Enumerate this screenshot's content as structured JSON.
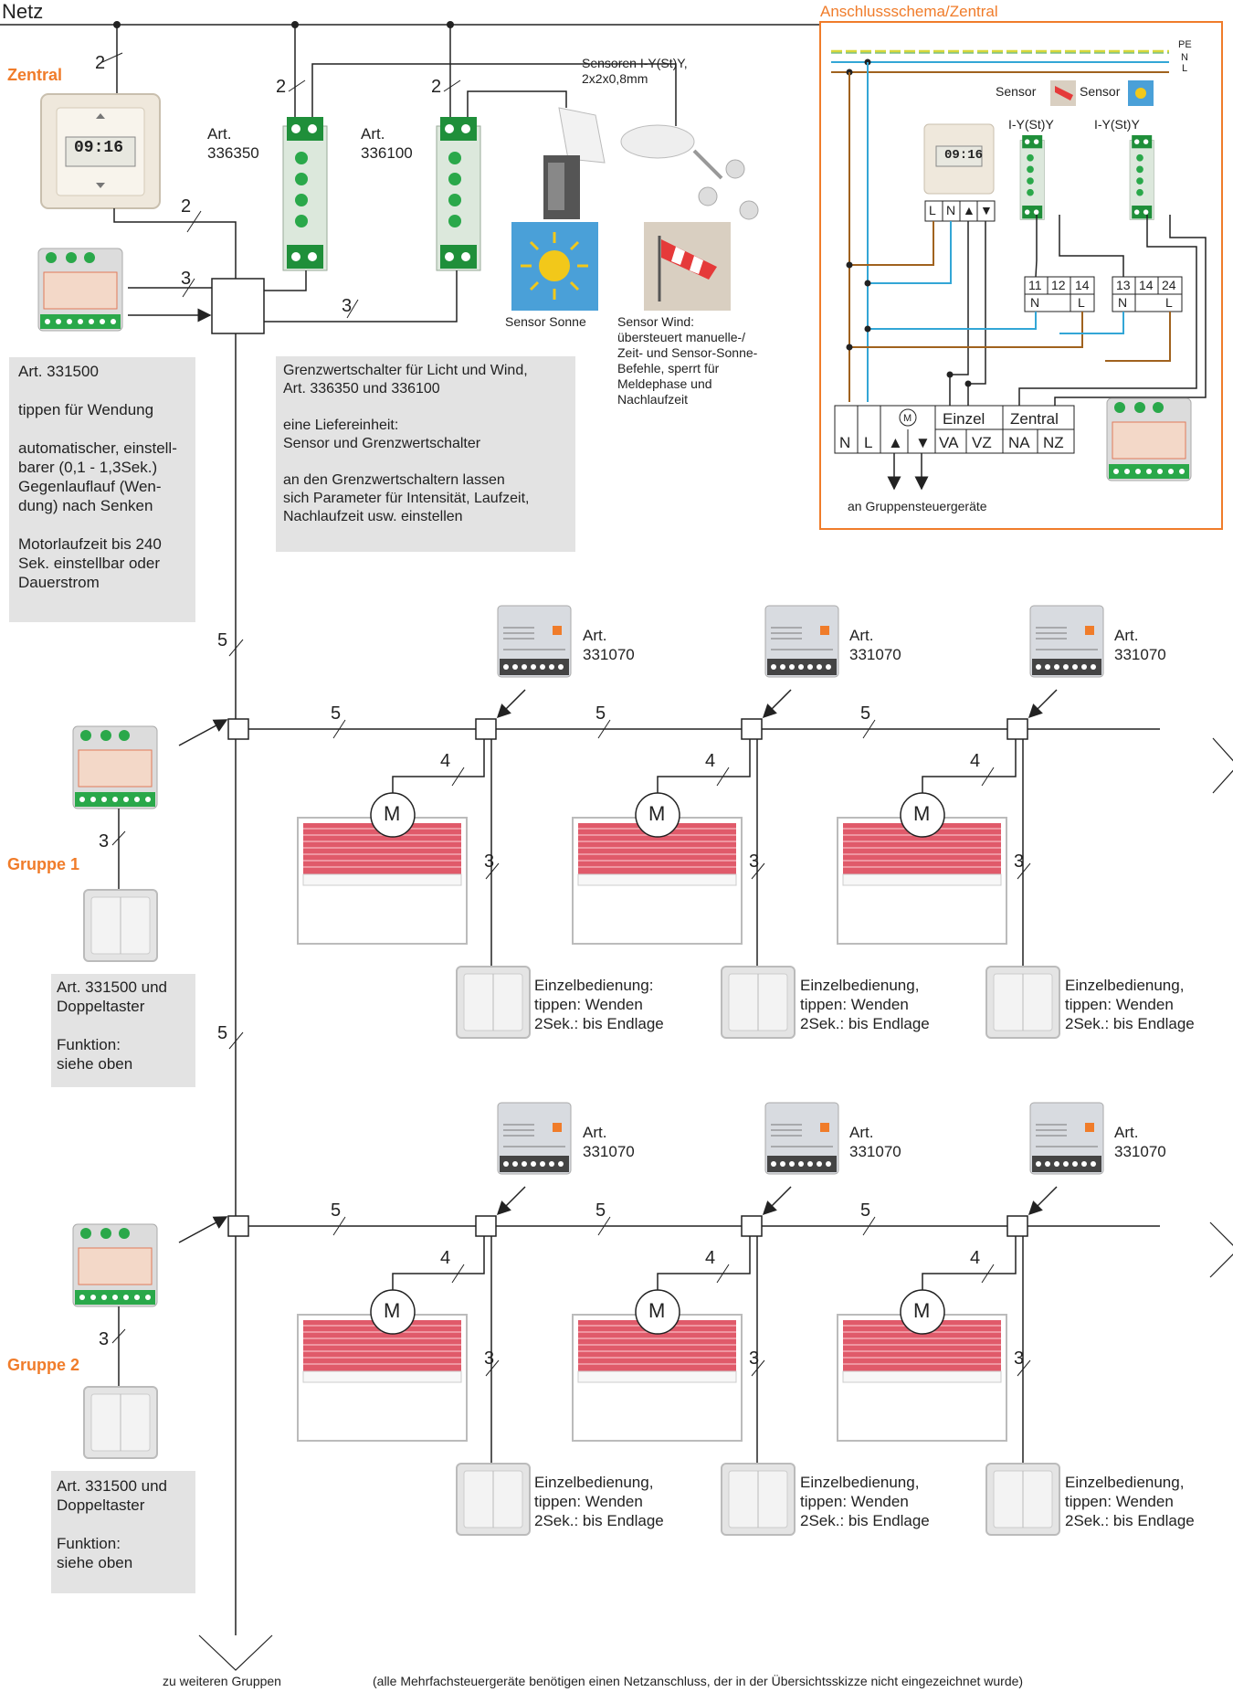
{
  "netz_label": "Netz",
  "zentral_label": "Zentral",
  "gruppe1_label": "Gruppe 1",
  "gruppe2_label": "Gruppe 2",
  "clock_time": "09:16",
  "art_336350": "Art.\n336350",
  "art_336100": "Art.\n336100",
  "sensor_cable": "Sensoren I-Y(St)Y,\n2x2x0,8mm",
  "sensor_sonne_label": "Sensor Sonne",
  "sensor_wind_text": "Sensor Wind:\nübersteuert manuelle-/\nZeit- und Sensor-Sonne-\nBefehle, sperrt für\nMeldephase und\nNachlaufzeit",
  "info_331500": "Art. 331500\n\ntippen für Wendung\n\nautomatischer, einstell-\nbarer (0,1 - 1,3Sek.)\nGegenlauflauf (Wen-\ndung) nach Senken\n\nMotorlaufzeit bis 240\nSek. einstellbar oder\nDauerstrom",
  "info_grenz": "Grenzwertschalter für Licht und Wind,\nArt. 336350 und 336100\n\neine Liefereinheit:\nSensor und Grenzwertschalter\n\nan den Grenzwertschaltern lassen\nsich Parameter für Intensität, Laufzeit,\nNachlaufzeit usw. einstellen",
  "group_info": "Art. 331500 und\nDoppeltaster\n\nFunktion:\nsiehe oben",
  "art_331070": "Art.\n331070",
  "einzel_first": "Einzelbedienung:\ntippen: Wenden\n2Sek.: bis Endlage",
  "einzel_other": "Einzelbedienung,\ntippen: Wenden\n2Sek.: bis Endlage",
  "motor_symbol": "M",
  "counts": {
    "two": "2",
    "three": "3",
    "four": "4",
    "five": "5"
  },
  "schema": {
    "title": "Anschlussschema/Zentral",
    "pe": "PE",
    "n": "N",
    "l": "L",
    "sensor": "Sensor",
    "cable": "I-Y(St)Y",
    "term_clock": [
      "L",
      "N",
      "▲",
      "▼"
    ],
    "term_a_top": [
      "11",
      "12",
      "14"
    ],
    "term_a_bot": [
      "N",
      "L"
    ],
    "term_b_top": [
      "13",
      "14",
      "24"
    ],
    "term_b_bot": [
      "N",
      "L"
    ],
    "term_main_top": [
      "Einzel",
      "Zentral"
    ],
    "term_main_bot": [
      "N",
      "L",
      "▲",
      "▼",
      "VA",
      "VZ",
      "NA",
      "NZ"
    ],
    "to_groups": "an Gruppensteuergeräte"
  },
  "footer_left": "zu weiteren Gruppen",
  "footer_right": "(alle Mehrfachsteuergeräte benötigen einen Netzanschluss, der in der Übersichtsskizze nicht eingezeichnet wurde)",
  "colors": {
    "accent": "#f07c2a",
    "blind": "#e05a6a",
    "device_green": "#2aa84a",
    "wire_blue": "#33a6d6",
    "wire_brown": "#a0621e",
    "wire_yellow": "#d8d83a"
  }
}
